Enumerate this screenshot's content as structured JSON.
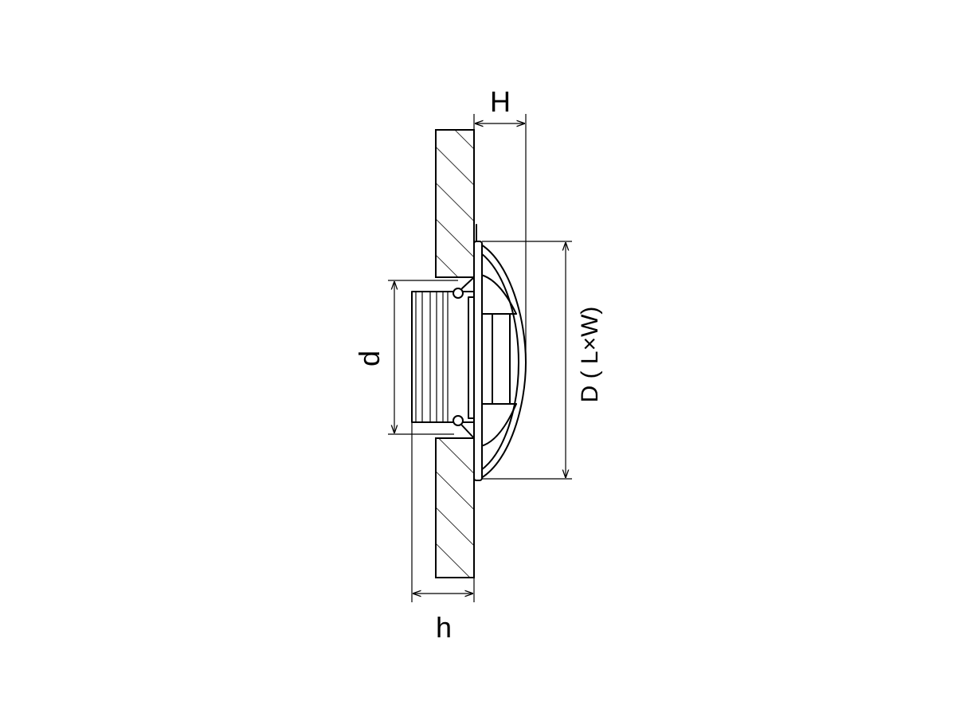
{
  "labels": {
    "label_H": "H",
    "label_h": "h",
    "label_d": "d",
    "label_D": "D ( L×W)"
  },
  "colors": {
    "line": "#000000",
    "background": "#ffffff"
  }
}
